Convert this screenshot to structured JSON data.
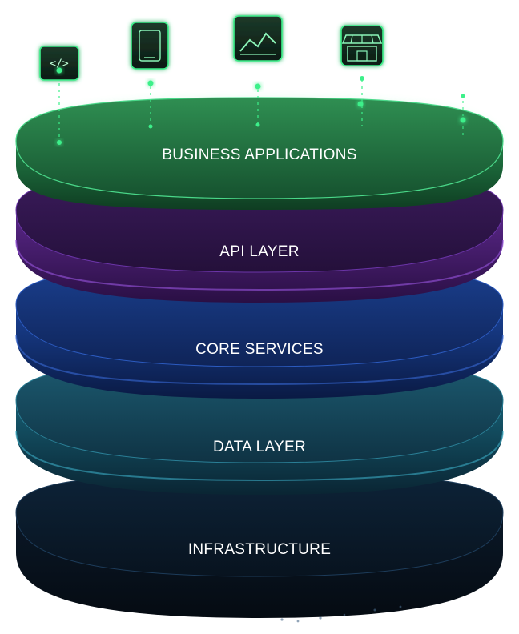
{
  "layers": [
    {
      "label": "BUSINESS APPLICATIONS",
      "color": "#1f7a45"
    },
    {
      "label": "API LAYER",
      "color": "#5a2a86"
    },
    {
      "label": "CORE SERVICES",
      "color": "#1b3f8c"
    },
    {
      "label": "DATA LAYER",
      "color": "#1e5f73"
    },
    {
      "label": "INFRASTRUCTURE",
      "color": "#13304a"
    }
  ],
  "icons": [
    {
      "icon": "code-icon"
    },
    {
      "icon": "mobile-app-icon"
    },
    {
      "icon": "chart-icon"
    },
    {
      "icon": "storefront-icon"
    },
    {
      "icon": "workflow-icon"
    }
  ],
  "accent": "#3cf08a"
}
